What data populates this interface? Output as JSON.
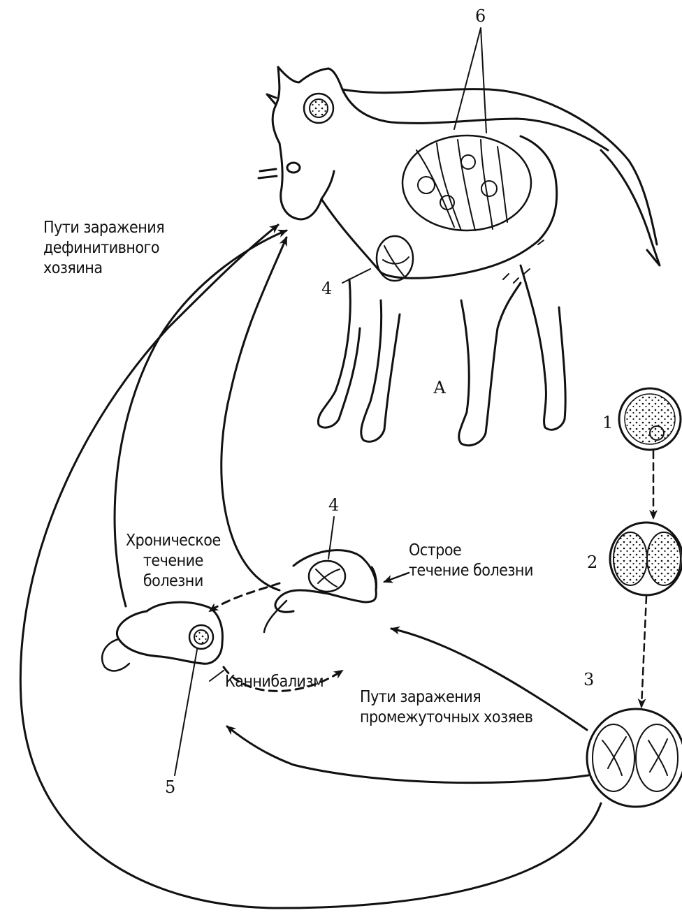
{
  "labels": {
    "definitive_host_paths": "Пути заражения\nдефинитивного\nхозяина",
    "chronic": "Хроническое\nтечение\nболезни",
    "acute": "Острое\nтечение болезни",
    "cannibalism": "Каннибализм",
    "intermediate_paths": "Пути заражения\nпромежуточных хозяев",
    "host_letter": "А"
  },
  "numbers": {
    "n1": "1",
    "n2": "2",
    "n3": "3",
    "n4_cat": "4",
    "n4_mouse": "4",
    "n5": "5",
    "n6": "6"
  },
  "colors": {
    "ink": "#111111",
    "background": "#ffffff"
  }
}
